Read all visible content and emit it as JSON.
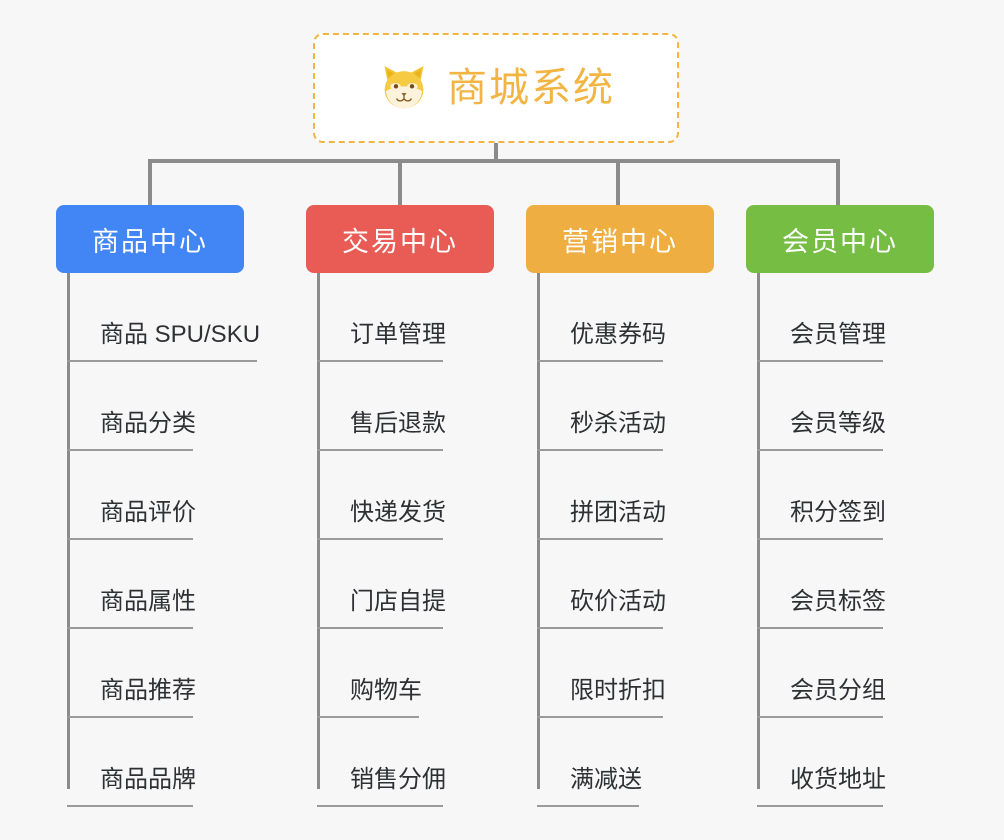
{
  "background_color": "#f7f7f7",
  "root": {
    "title": "商城系统",
    "icon": "shiba-dog-face-icon",
    "text_color": "#f2b544",
    "border_color": "#f2b544",
    "background_color": "#ffffff"
  },
  "branches": [
    {
      "label": "商品中心",
      "color": "#4285f4",
      "items": [
        "商品 SPU/SKU",
        "商品分类",
        "商品评价",
        "商品属性",
        "商品推荐",
        "商品品牌"
      ]
    },
    {
      "label": "交易中心",
      "color": "#e85c55",
      "items": [
        "订单管理",
        "售后退款",
        "快递发货",
        "门店自提",
        "购物车",
        "销售分佣"
      ]
    },
    {
      "label": "营销中心",
      "color": "#efae41",
      "items": [
        "优惠券码",
        "秒杀活动",
        "拼团活动",
        "砍价活动",
        "限时折扣",
        "满减送"
      ]
    },
    {
      "label": "会员中心",
      "color": "#76be43",
      "items": [
        "会员管理",
        "会员等级",
        "积分签到",
        "会员标签",
        "会员分组",
        "收货地址"
      ]
    }
  ],
  "connector_color": "#8b8b8b",
  "leaf_text_color": "#2e3033",
  "leaf_underline_color": "#9a9a9a"
}
